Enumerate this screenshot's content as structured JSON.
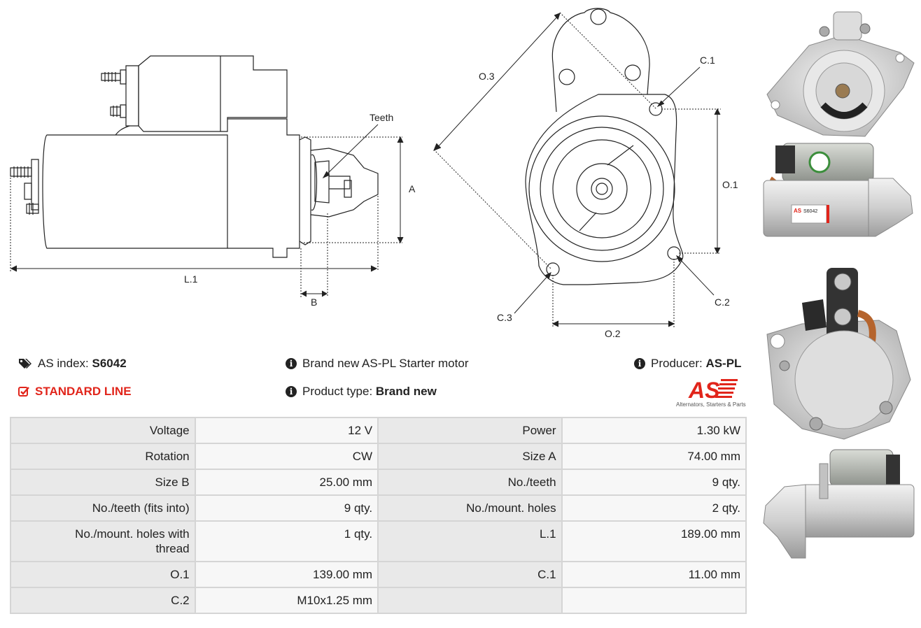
{
  "diagram": {
    "labels": {
      "teeth": "Teeth",
      "a": "A",
      "b": "B",
      "l1": "L.1",
      "o1": "O.1",
      "o2": "O.2",
      "o3": "O.3",
      "c1": "C.1",
      "c2": "C.2",
      "c3": "C.3"
    }
  },
  "header": {
    "as_index_label": "AS index:",
    "as_index_value": "S6042",
    "line_label": "STANDARD LINE",
    "description": "Brand new AS-PL Starter motor",
    "product_type_label": "Product type:",
    "product_type_value": "Brand new",
    "producer_label": "Producer:",
    "producer_value": "AS-PL",
    "logo_text": "AS",
    "logo_tagline": "Alternators, Starters & Parts"
  },
  "specs": {
    "rows": [
      {
        "l1": "Voltage",
        "v1": "12 V",
        "l2": "Power",
        "v2": "1.30 kW"
      },
      {
        "l1": "Rotation",
        "v1": "CW",
        "l2": "Size A",
        "v2": "74.00 mm"
      },
      {
        "l1": "Size B",
        "v1": "25.00 mm",
        "l2": "No./teeth",
        "v2": "9 qty."
      },
      {
        "l1": "No./teeth (fits into)",
        "v1": "9 qty.",
        "l2": "No./mount. holes",
        "v2": "2 qty."
      },
      {
        "l1": "No./mount. holes with thread",
        "v1": "1 qty.",
        "l2": "L.1",
        "v2": "189.00 mm"
      },
      {
        "l1": "O.1",
        "v1": "139.00 mm",
        "l2": "C.1",
        "v2": "11.00 mm"
      },
      {
        "l1": "C.2",
        "v1": "M10x1.25 mm",
        "l2": "",
        "v2": ""
      }
    ]
  },
  "photos": {
    "label_brand": "AS",
    "label_code": "S6042"
  },
  "colors": {
    "accent": "#e1251b",
    "table_label_bg": "#e9e9e9",
    "table_value_bg": "#f7f7f7",
    "border": "#d5d5d5"
  }
}
